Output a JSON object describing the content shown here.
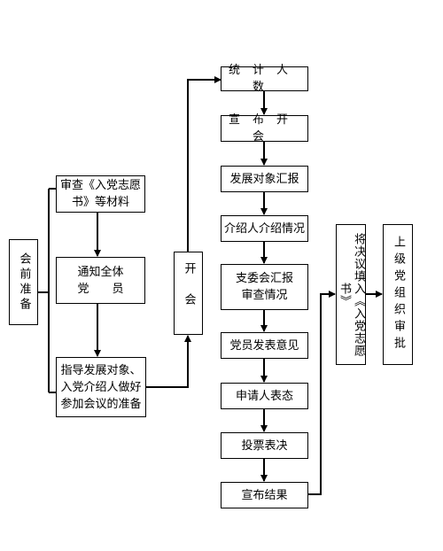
{
  "prep": {
    "label": "会前准备",
    "steps": [
      "审查《入党志愿书》等材料",
      "通知全体党员",
      "指导发展对象、入党介绍人做好参加会议的准备"
    ],
    "step1_lines": [
      "审查《入党志愿",
      "书》等材料"
    ],
    "step2_lines": [
      "通知全体",
      "党　　员"
    ],
    "step3_lines": [
      "指导发展对象、",
      "入党介绍人做好",
      "参加会议的准备"
    ]
  },
  "meeting": {
    "label": "开会"
  },
  "flow": {
    "s1": "统计人数",
    "s2": "宣布开会",
    "s3": "发展对象汇报",
    "s4": "介绍人介绍情况",
    "s5_lines": [
      "支委会汇报",
      "审查情况"
    ],
    "s6": "党员发表意见",
    "s7": "申请人表态",
    "s8": "投票表决",
    "s9": "宣布结果"
  },
  "fill_in": {
    "label": "将决议填入《入党志愿书》"
  },
  "approval": {
    "label": "上级党组织审批"
  }
}
